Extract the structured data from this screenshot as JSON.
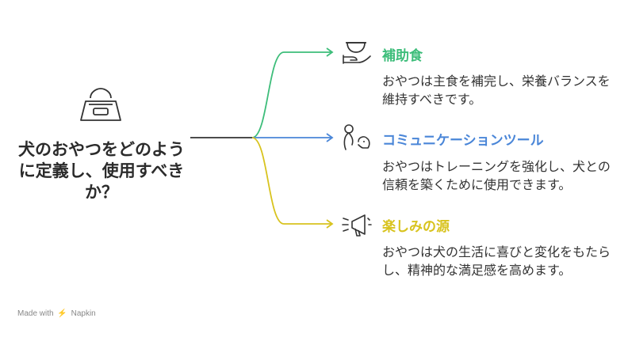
{
  "root": {
    "title": "犬のおやつをどのように定義し、使用すべきか？",
    "icon": "dog-bowl-icon"
  },
  "branches": [
    {
      "title": "補助食",
      "description": "おやつは主食を補完し、栄養バランスを維持すべきです。",
      "color": "#3dbd7a",
      "icon": "hand-bowl-icon"
    },
    {
      "title": "コミュニケーションツール",
      "description": "おやつはトレーニングを強化し、犬との信頼を築くために使用できます。",
      "color": "#4a86d8",
      "icon": "person-dog-icon"
    },
    {
      "title": "楽しみの源",
      "description": "おやつは犬の生活に喜びと変化をもたらし、精神的な満足感を高めます。",
      "color": "#d8c31e",
      "icon": "megaphone-sparkle-icon"
    }
  ],
  "footer": {
    "text": "Made with",
    "brand": "Napkin"
  }
}
